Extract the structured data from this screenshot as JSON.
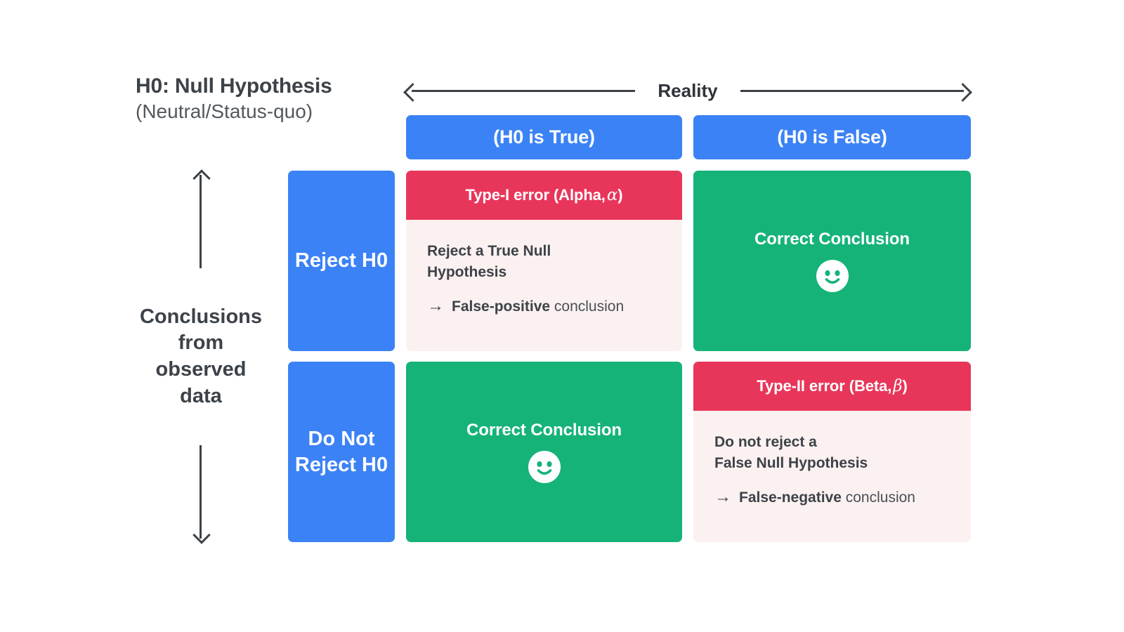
{
  "diagram": {
    "title_main": "H0: Null Hypothesis",
    "title_sub": "(Neutral/Status-quo)",
    "column_axis_label": "Reality",
    "row_axis_label": "Conclusions\nfrom\nobserved\ndata",
    "columns": [
      {
        "label": "(H0 is True)"
      },
      {
        "label": "(H0 is False)"
      }
    ],
    "rows": [
      {
        "label": "Reject\nH0"
      },
      {
        "label": "Do Not\nReject\nH0"
      }
    ],
    "cells": {
      "type1": {
        "kind": "error",
        "header_text": "Type-I error (Alpha,",
        "header_symbol": "α",
        "header_close": ")",
        "description": "Reject a True Null\nHypothesis",
        "arrow": "→",
        "outcome_strong": "False-positive",
        "outcome_rest": "conclusion"
      },
      "correct_top_right": {
        "kind": "correct",
        "label": "Correct Conclusion",
        "icon": "smiley-face-icon"
      },
      "correct_bottom_left": {
        "kind": "correct",
        "label": "Correct Conclusion",
        "icon": "smiley-face-icon"
      },
      "type2": {
        "kind": "error",
        "header_text": "Type-II error (Beta,",
        "header_symbol": "β",
        "header_close": ")",
        "description": "Do not reject a\nFalse Null Hypothesis",
        "arrow": "→",
        "outcome_strong": "False-negative",
        "outcome_rest": "conclusion"
      }
    },
    "colors": {
      "blue": "#3b82f6",
      "green": "#16b379",
      "red": "#e8365a",
      "pink_body": "#fbf1f0",
      "ink": "#3c4248",
      "background": "#ffffff"
    }
  }
}
